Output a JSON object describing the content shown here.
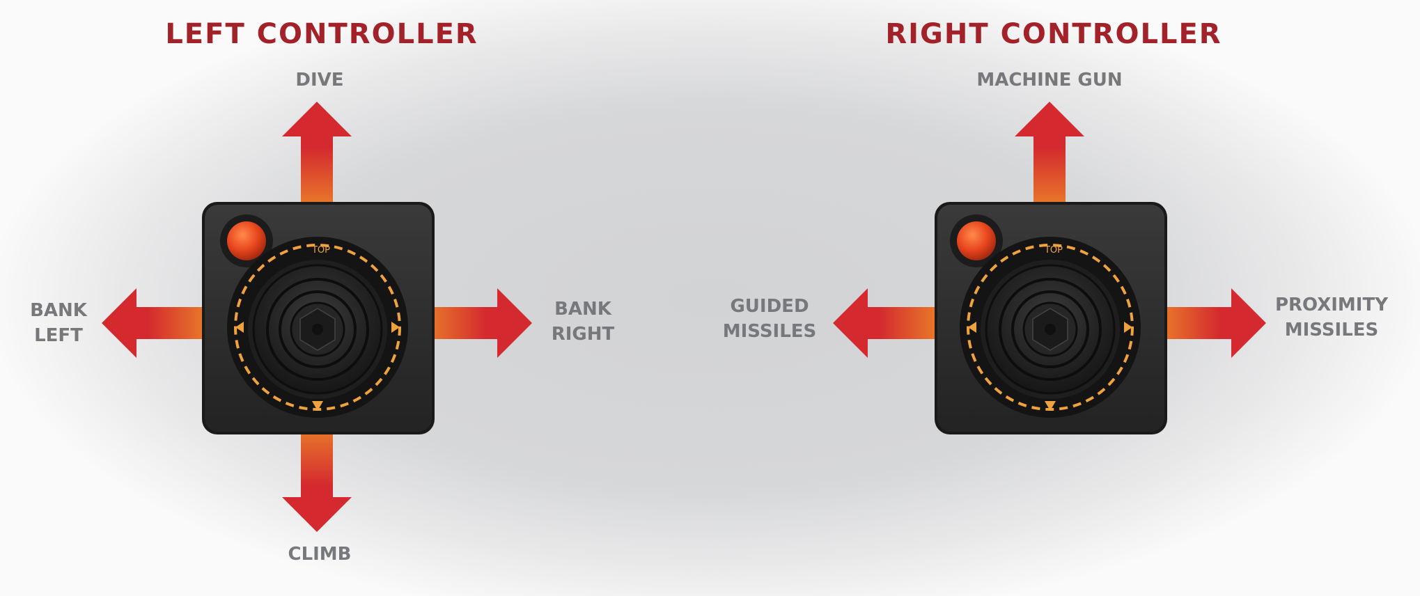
{
  "left_controller": {
    "title": "LEFT CONTROLLER",
    "up_label": "DIVE",
    "down_label": "CLIMB",
    "left_label": [
      "BANK",
      "LEFT"
    ],
    "right_label": [
      "BANK",
      "RIGHT"
    ],
    "dial_text": "TOP"
  },
  "right_controller": {
    "title": "RIGHT CONTROLLER",
    "up_label": "MACHINE GUN",
    "left_label": [
      "GUIDED",
      "MISSILES"
    ],
    "right_label": [
      "PROXIMITY",
      "MISSILES"
    ],
    "dial_text": "TOP"
  },
  "colors": {
    "title": "#a3222a",
    "label": "#77787b",
    "arrow_head": "#d42a2f",
    "arrow_base": "#e8782a",
    "pad_body": "#2c2c2c",
    "fire_button": "#e8461e",
    "dial_dashes": "#f0a23c"
  },
  "icons": [
    "up-arrow-icon",
    "down-arrow-icon",
    "left-arrow-icon",
    "right-arrow-icon",
    "joystick-icon",
    "fire-button-icon"
  ]
}
